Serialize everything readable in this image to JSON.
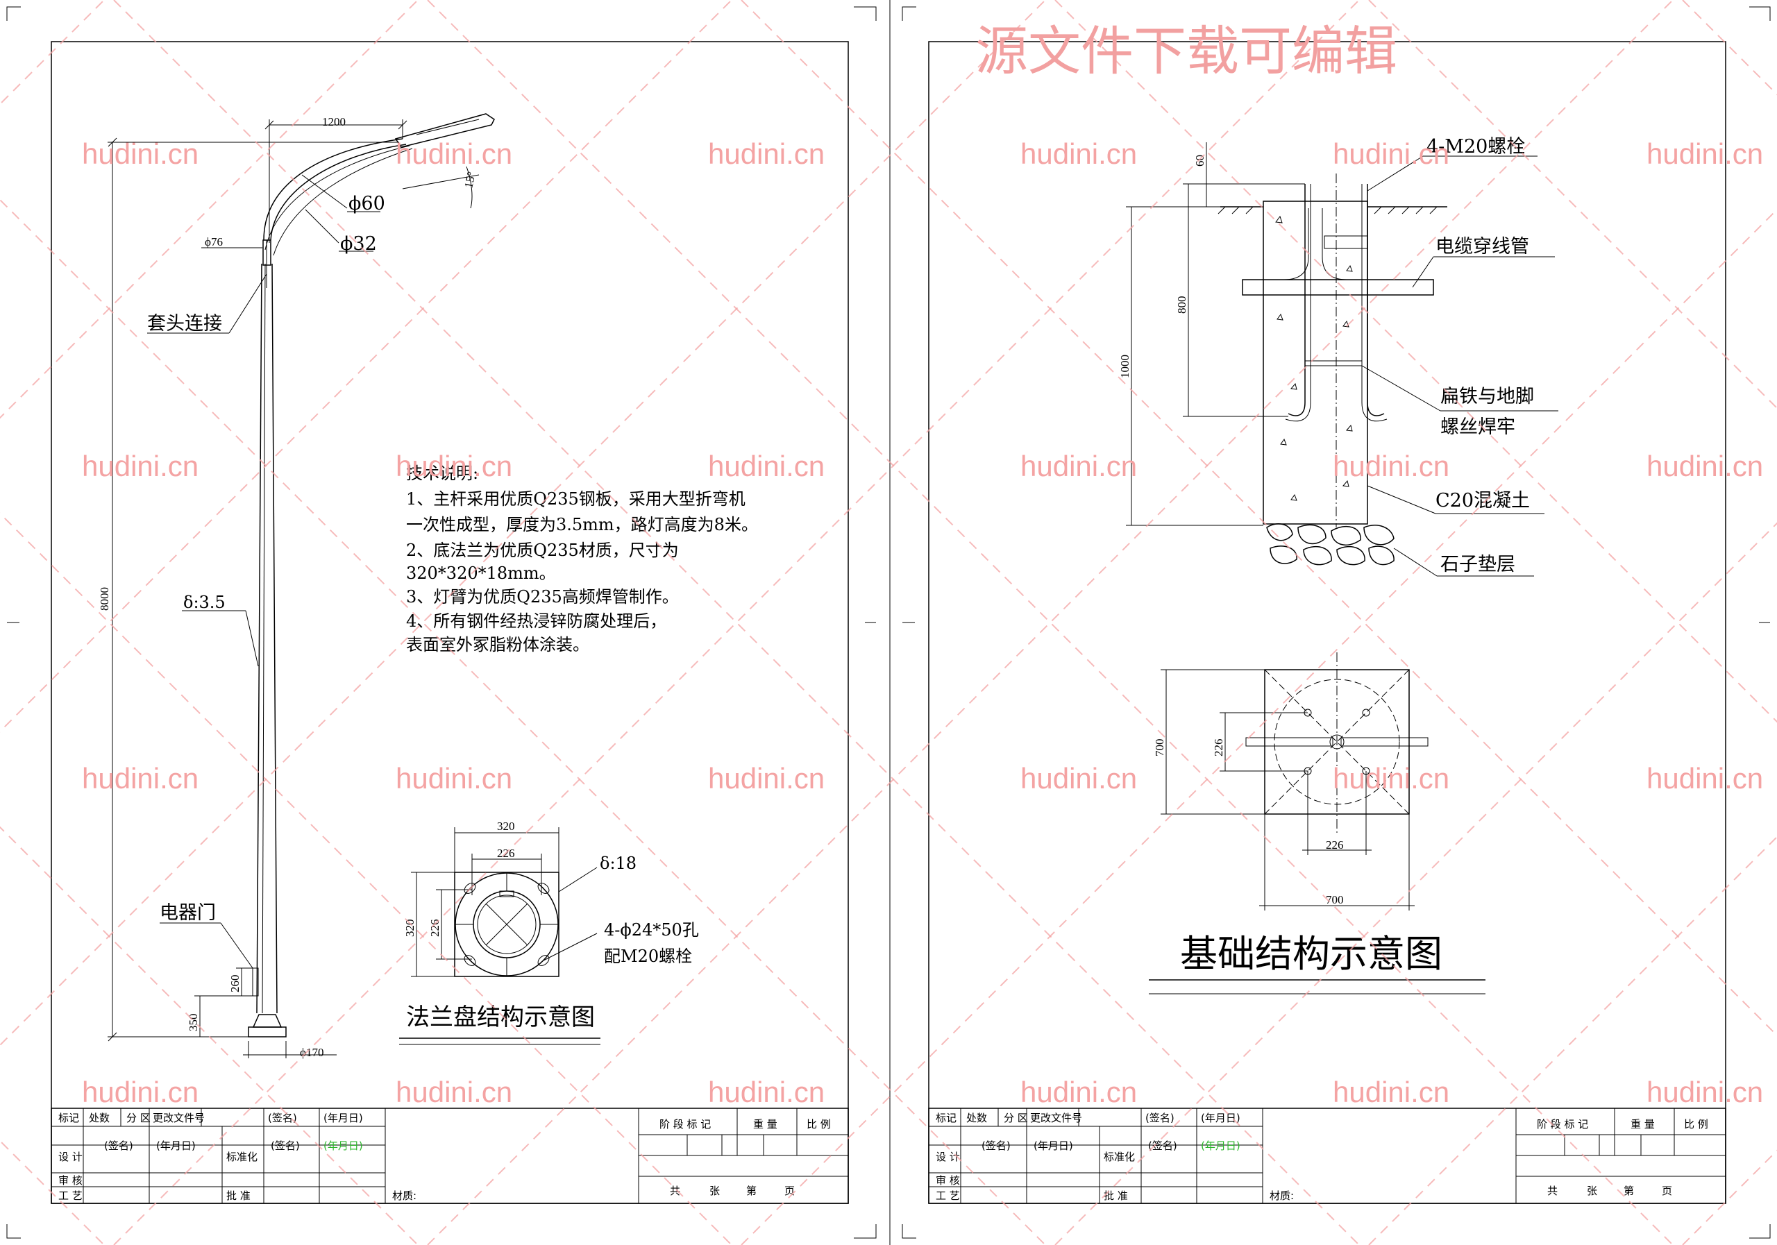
{
  "watermark": {
    "top_text": "源文件下载可编辑",
    "site": "hudini.cn",
    "color": "#f4a3a3"
  },
  "left_sheet": {
    "pole": {
      "arm_length": "1200",
      "arm_angle": "15°",
      "dia_60": "ϕ60",
      "dia_32": "ϕ32",
      "dia_76": "ϕ76",
      "sleeve_joint": "套头连接",
      "thickness": "δ:3.5",
      "height": "8000",
      "door": "电器门",
      "door_h": "260",
      "door_base": "350",
      "base_dia": "ϕ170"
    },
    "notes": [
      "技术说明:",
      "1、主杆采用优质Q235钢板，采用大型折弯机",
      "一次性成型，厚度为3.5mm，路灯高度为8米。",
      "2、底法兰为优质Q235材质，尺寸为",
      "320*320*18mm。",
      "3、灯臂为优质Q235高频焊管制作。",
      "4、所有钢件经热浸锌防腐处理后，",
      "表面室外冢脂粉体涂装。"
    ],
    "flange": {
      "outer": "320",
      "inner": "226",
      "outer_v": "320",
      "inner_v": "226",
      "thickness": "δ:18",
      "holes": "4-ϕ24*50孔",
      "bolts": "配M20螺栓",
      "title": "法兰盘结构示意图"
    }
  },
  "right_sheet": {
    "foundation": {
      "bolts": "4-M20螺栓",
      "dim_60": "60",
      "cable_pipe": "电缆穿线管",
      "dim_800": "800",
      "dim_1000": "1000",
      "flat_iron_1": "扁铁与地脚",
      "flat_iron_2": "螺丝焊牢",
      "concrete": "C20混凝土",
      "gravel": "石子垫层"
    },
    "plan": {
      "dim_700_v": "700",
      "dim_226_v": "226",
      "dim_226_h": "226",
      "dim_700_h": "700",
      "title": "基础结构示意图"
    }
  },
  "title_block": {
    "row1": [
      "标记",
      "处数",
      "分 区",
      "更改文件号",
      "(签名)",
      "(年月日)"
    ],
    "stage": "阶 段 标 记",
    "weight": "重 量",
    "scale": "比 例",
    "row2": [
      "设 计",
      "(签名)",
      "(年月日)",
      "标准化",
      "(签名)",
      "(年月日)"
    ],
    "review": "审 核",
    "process": "工 艺",
    "approve": "批 准",
    "material": "材质:",
    "sheets": [
      "共",
      "张",
      "第",
      "页"
    ]
  }
}
